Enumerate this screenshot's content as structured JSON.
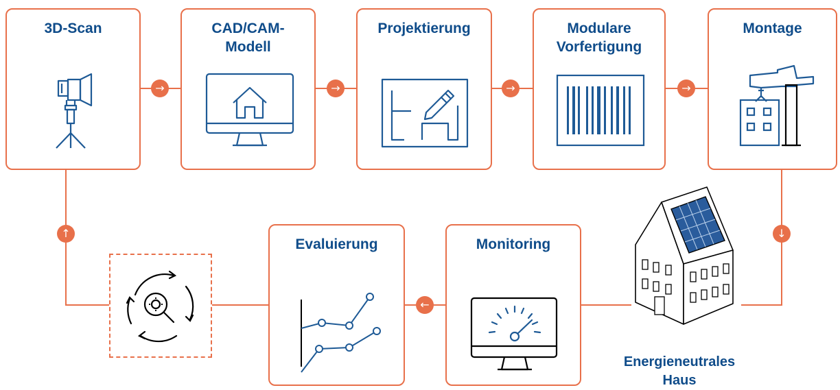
{
  "steps": {
    "scan": "3D-Scan",
    "cad_line1": "CAD/CAM-",
    "cad_line2": "Modell",
    "projekt": "Projektierung",
    "modular_line1": "Modulare",
    "modular_line2": "Vorfertigung",
    "montage": "Montage",
    "monitoring": "Monitoring",
    "evaluierung": "Evaluierung"
  },
  "house": {
    "label_line1": "Energieneutrales",
    "label_line2": "Haus"
  },
  "arrows": {
    "right": "→",
    "left": "←",
    "up": "↑",
    "down": "↓"
  },
  "colors": {
    "accent": "#e8704a",
    "text": "#0f4c8a",
    "icon": "#1e5a96",
    "solar": "#2a5c9c"
  },
  "icons": {
    "scan": "spotlight-tripod-icon",
    "cad": "monitor-house-icon",
    "projekt": "blueprint-pencil-icon",
    "modular": "barcode-modules-icon",
    "montage": "crane-building-icon",
    "monitoring": "monitor-gauge-icon",
    "evaluierung": "line-chart-icon",
    "cycle": "cycle-search-gear-icon",
    "house": "solar-house-icon"
  }
}
